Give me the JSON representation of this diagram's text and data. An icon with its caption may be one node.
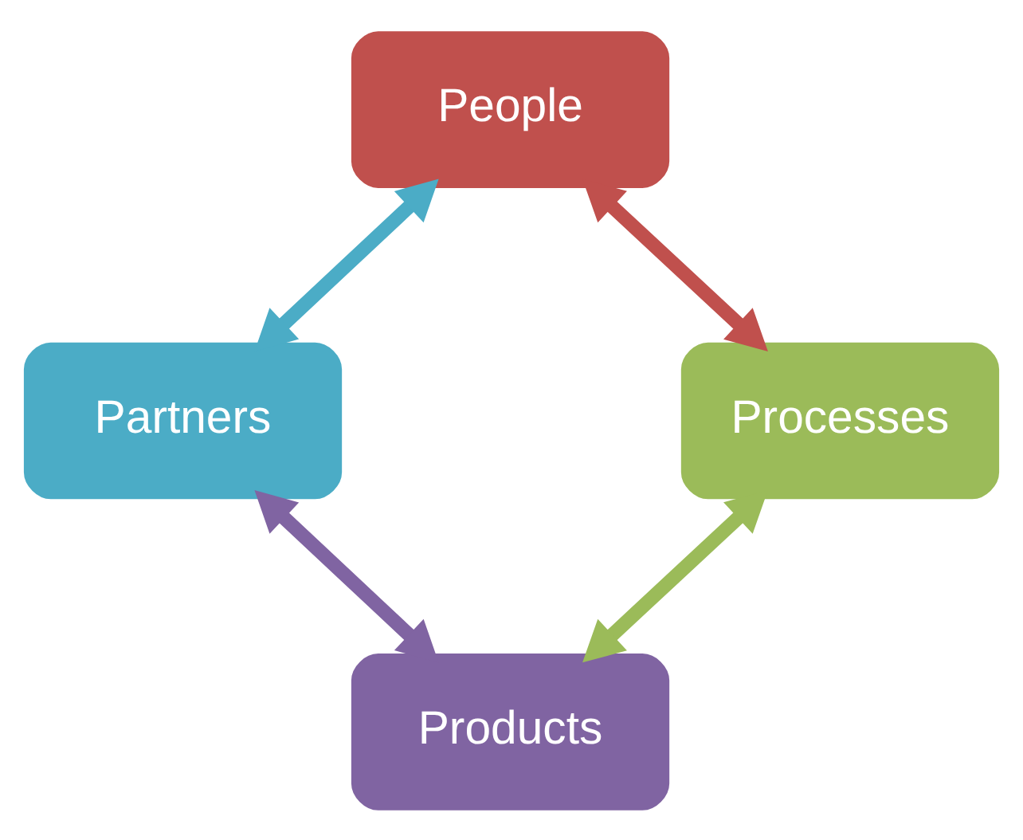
{
  "diagram": {
    "nodes": [
      {
        "text": [
          "People"
        ]
      },
      {
        "text": [
          "Partners"
        ]
      },
      {
        "text": [
          "Processes"
        ]
      },
      {
        "text": [
          "Products"
        ]
      }
    ],
    "edges": [
      {
        "from": 0,
        "to": 2,
        "arrow": "both",
        "color": "#c0504d"
      },
      {
        "from": 2,
        "to": 3,
        "arrow": "both",
        "color": "#9bbb59"
      },
      {
        "from": 1,
        "to": 3,
        "arrow": "both",
        "color": "#8064a2"
      },
      {
        "from": 0,
        "to": 1,
        "arrow": "both",
        "color": "#4bacc6"
      }
    ]
  }
}
